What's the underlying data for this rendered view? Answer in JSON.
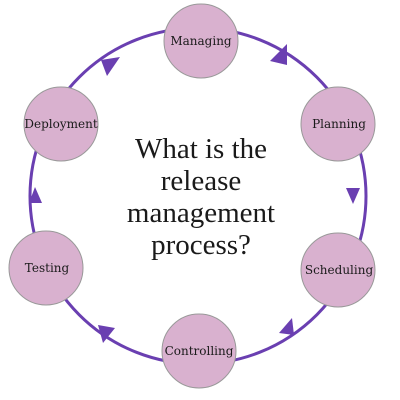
{
  "diagram": {
    "title_lines": [
      "What is the",
      "release",
      "management",
      "process?"
    ],
    "steps": [
      "Managing",
      "Planning",
      "Scheduling",
      "Controlling",
      "Testing",
      "Deployment"
    ],
    "colors": {
      "ring": "#6a3fb1",
      "arrow": "#6a3fb1",
      "node_fill": "#d9b1cf",
      "node_stroke": "#999999",
      "text": "#1a1a1a"
    }
  }
}
